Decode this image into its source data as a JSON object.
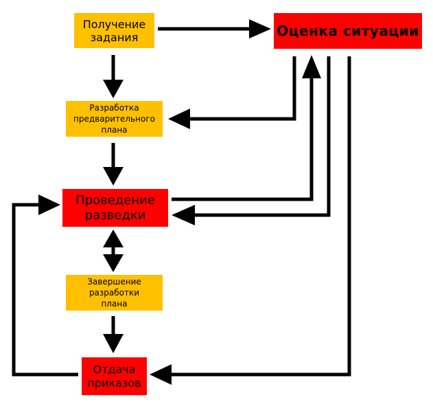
{
  "nodes": {
    "task": "Получение\nзадания",
    "assess": "Оценка ситуации",
    "prelim": "Разработка\nпредварительного\nплана",
    "recon": "Проведение\nразведки",
    "final": "Завершение\nразработки\nплана",
    "orders": "Отдача\nприказов"
  },
  "colors": {
    "task": "#ffc000",
    "prelim": "#ffc000",
    "final": "#ffc000",
    "assess": "#ff0000",
    "recon": "#ff0000",
    "orders": "#ff0000",
    "connector": "#000000"
  }
}
